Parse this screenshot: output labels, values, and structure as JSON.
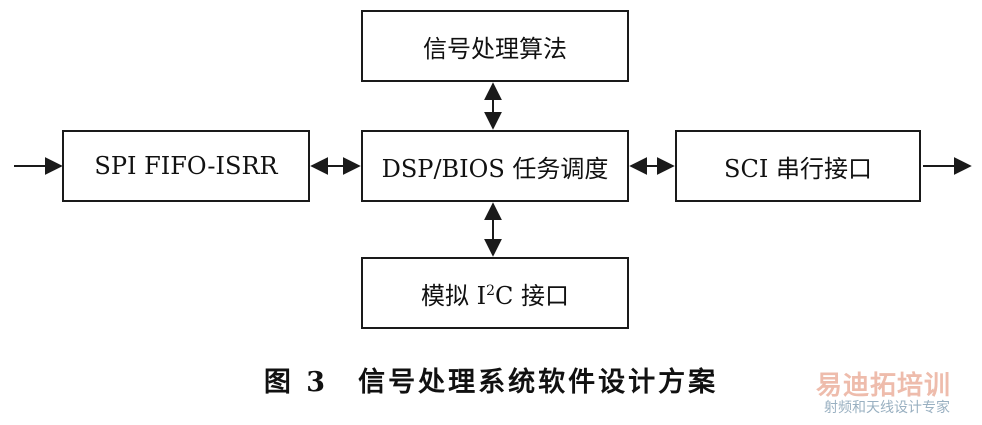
{
  "diagram": {
    "boxes": {
      "algorithm": "信号处理算法",
      "spi": "SPI FIFO-ISRR",
      "dsp": "DSP/BIOS 任务调度",
      "sci": "SCI 串行接口",
      "i2c_prefix": "模拟 I",
      "i2c_sup": "2",
      "i2c_suffix": "C 接口"
    },
    "caption": "图 3　信号处理系统软件设计方案"
  },
  "watermark": {
    "main": "易迪拓培训",
    "sub": "射频和天线设计专家"
  }
}
